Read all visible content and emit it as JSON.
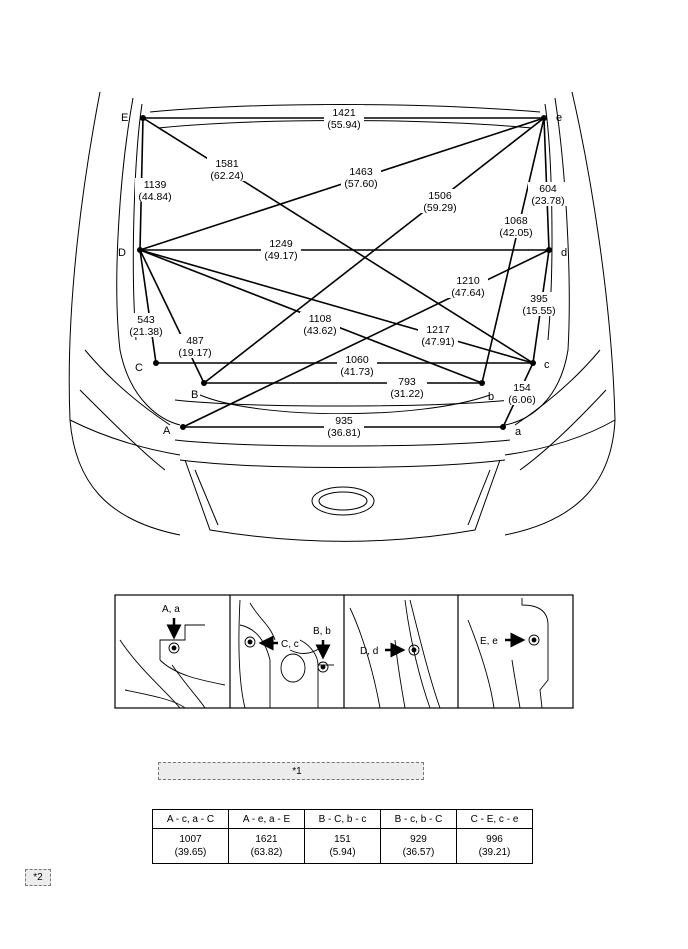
{
  "points": {
    "upper": [
      "A",
      "B",
      "C",
      "D",
      "E"
    ],
    "lower": [
      "a",
      "b",
      "c",
      "d",
      "e"
    ]
  },
  "dimensions": [
    {
      "id": "E-e",
      "value": "1421",
      "inch": "(55.94)"
    },
    {
      "id": "E-c",
      "value": "1581",
      "inch": "(62.24)"
    },
    {
      "id": "D-e",
      "value": "1463",
      "inch": "(57.60)"
    },
    {
      "id": "B-e",
      "value": "1506",
      "inch": "(59.29)"
    },
    {
      "id": "E-D",
      "value": "1139",
      "inch": "(44.84)"
    },
    {
      "id": "e-d",
      "value": "604",
      "inch": "(23.78)"
    },
    {
      "id": "e-b",
      "value": "1068",
      "inch": "(42.05)"
    },
    {
      "id": "D-d",
      "value": "1249",
      "inch": "(49.17)"
    },
    {
      "id": "A-d",
      "value": "1210",
      "inch": "(47.64)"
    },
    {
      "id": "d-c",
      "value": "395",
      "inch": "(15.55)"
    },
    {
      "id": "D-C",
      "value": "543",
      "inch": "(21.38)"
    },
    {
      "id": "D-B",
      "value": "487",
      "inch": "(19.17)"
    },
    {
      "id": "D-b",
      "value": "1108",
      "inch": "(43.62)"
    },
    {
      "id": "D-c",
      "value": "1217",
      "inch": "(47.91)"
    },
    {
      "id": "C-c",
      "value": "1060",
      "inch": "(41.73)"
    },
    {
      "id": "B-b",
      "value": "793",
      "inch": "(31.22)"
    },
    {
      "id": "c-a",
      "value": "154",
      "inch": "(6.06)"
    },
    {
      "id": "A-a",
      "value": "935",
      "inch": "(36.81)"
    }
  ],
  "details": [
    {
      "label": "A, a"
    },
    {
      "label_1": "C, c",
      "label_2": "B, b"
    },
    {
      "label": "D, d"
    },
    {
      "label": "E, e"
    }
  ],
  "reference_label": "*1",
  "table": {
    "headers": [
      "A - c, a - C",
      "A - e, a - E",
      "B - C, b - c",
      "B - c, b - C",
      "C - E, c - e"
    ],
    "values": [
      "1007",
      "1621",
      "151",
      "929",
      "996"
    ],
    "inches": [
      "(39.65)",
      "(63.82)",
      "(5.94)",
      "(36.57)",
      "(39.21)"
    ]
  },
  "note_label": "*2"
}
